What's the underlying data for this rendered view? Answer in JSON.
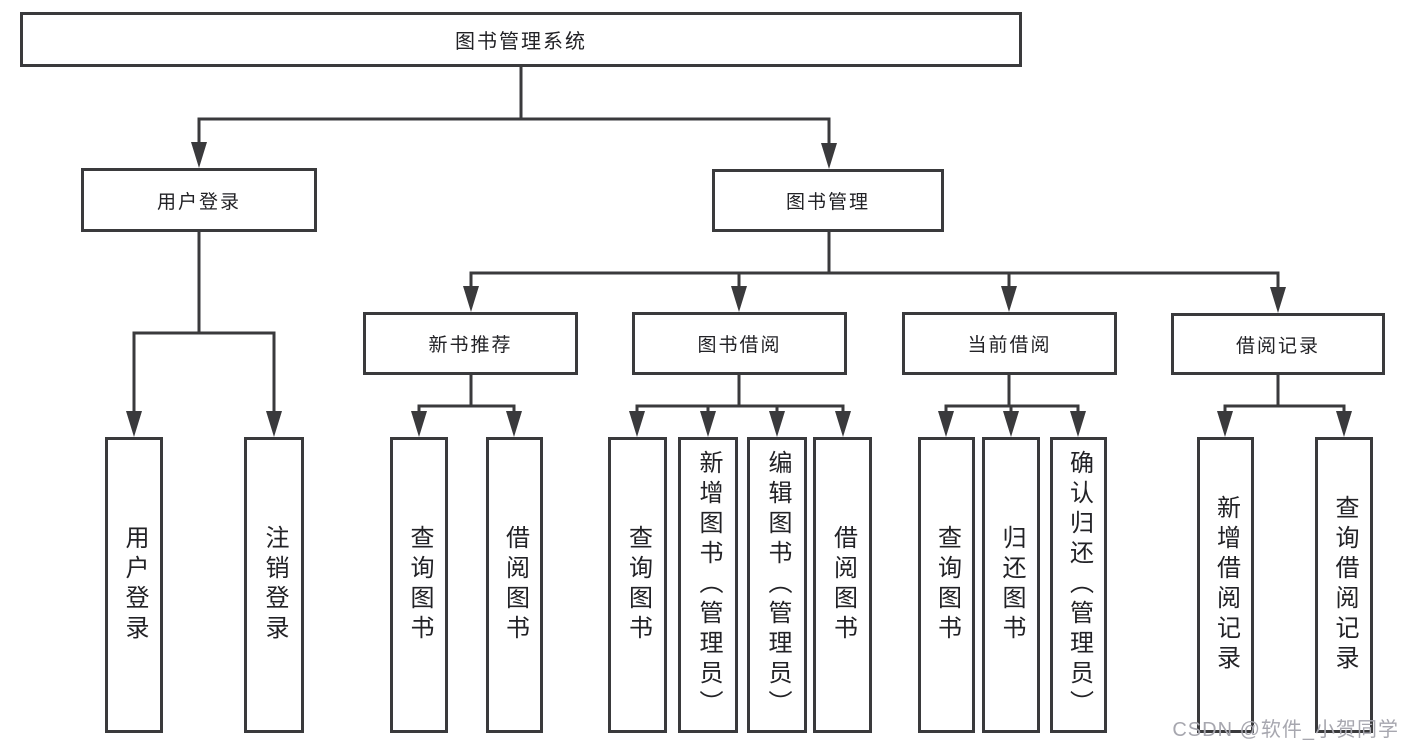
{
  "diagram": {
    "type": "hierarchy-tree",
    "nodes": {
      "root": {
        "label": "图书管理系统"
      },
      "user_login": {
        "label": "用户登录"
      },
      "book_mgmt": {
        "label": "图书管理"
      },
      "new_book_rec": {
        "label": "新书推荐"
      },
      "book_borrow": {
        "label": "图书借阅"
      },
      "current_borrow": {
        "label": "当前借阅"
      },
      "borrow_records": {
        "label": "借阅记录"
      },
      "leaf_user_login": {
        "label": "用户登录"
      },
      "leaf_logout": {
        "label": "注销登录"
      },
      "leaf_query_book_1": {
        "label": "查询图书"
      },
      "leaf_borrow_book_1": {
        "label": "借阅图书"
      },
      "leaf_query_book_2": {
        "label": "查询图书"
      },
      "leaf_add_book": {
        "label": "新增图书（管理员）"
      },
      "leaf_edit_book": {
        "label": "编辑图书（管理员）"
      },
      "leaf_borrow_book_2": {
        "label": "借阅图书"
      },
      "leaf_query_book_3": {
        "label": "查询图书"
      },
      "leaf_return_book": {
        "label": "归还图书"
      },
      "leaf_confirm_return": {
        "label": "确认归还（管理员）"
      },
      "leaf_add_record": {
        "label": "新增借阅记录"
      },
      "leaf_query_record": {
        "label": "查询借阅记录"
      }
    },
    "edges": [
      [
        "root",
        "user_login"
      ],
      [
        "root",
        "book_mgmt"
      ],
      [
        "user_login",
        "leaf_user_login"
      ],
      [
        "user_login",
        "leaf_logout"
      ],
      [
        "book_mgmt",
        "new_book_rec"
      ],
      [
        "book_mgmt",
        "book_borrow"
      ],
      [
        "book_mgmt",
        "current_borrow"
      ],
      [
        "book_mgmt",
        "borrow_records"
      ],
      [
        "new_book_rec",
        "leaf_query_book_1"
      ],
      [
        "new_book_rec",
        "leaf_borrow_book_1"
      ],
      [
        "book_borrow",
        "leaf_query_book_2"
      ],
      [
        "book_borrow",
        "leaf_add_book"
      ],
      [
        "book_borrow",
        "leaf_edit_book"
      ],
      [
        "book_borrow",
        "leaf_borrow_book_2"
      ],
      [
        "current_borrow",
        "leaf_query_book_3"
      ],
      [
        "current_borrow",
        "leaf_return_book"
      ],
      [
        "current_borrow",
        "leaf_confirm_return"
      ],
      [
        "borrow_records",
        "leaf_add_record"
      ],
      [
        "borrow_records",
        "leaf_query_record"
      ]
    ],
    "watermark": "CSDN @软件_小贺同学",
    "colors": {
      "line": "#3a3a3c",
      "text": "#222226",
      "watermark": "#a7a7af",
      "background": "#ffffff"
    }
  }
}
